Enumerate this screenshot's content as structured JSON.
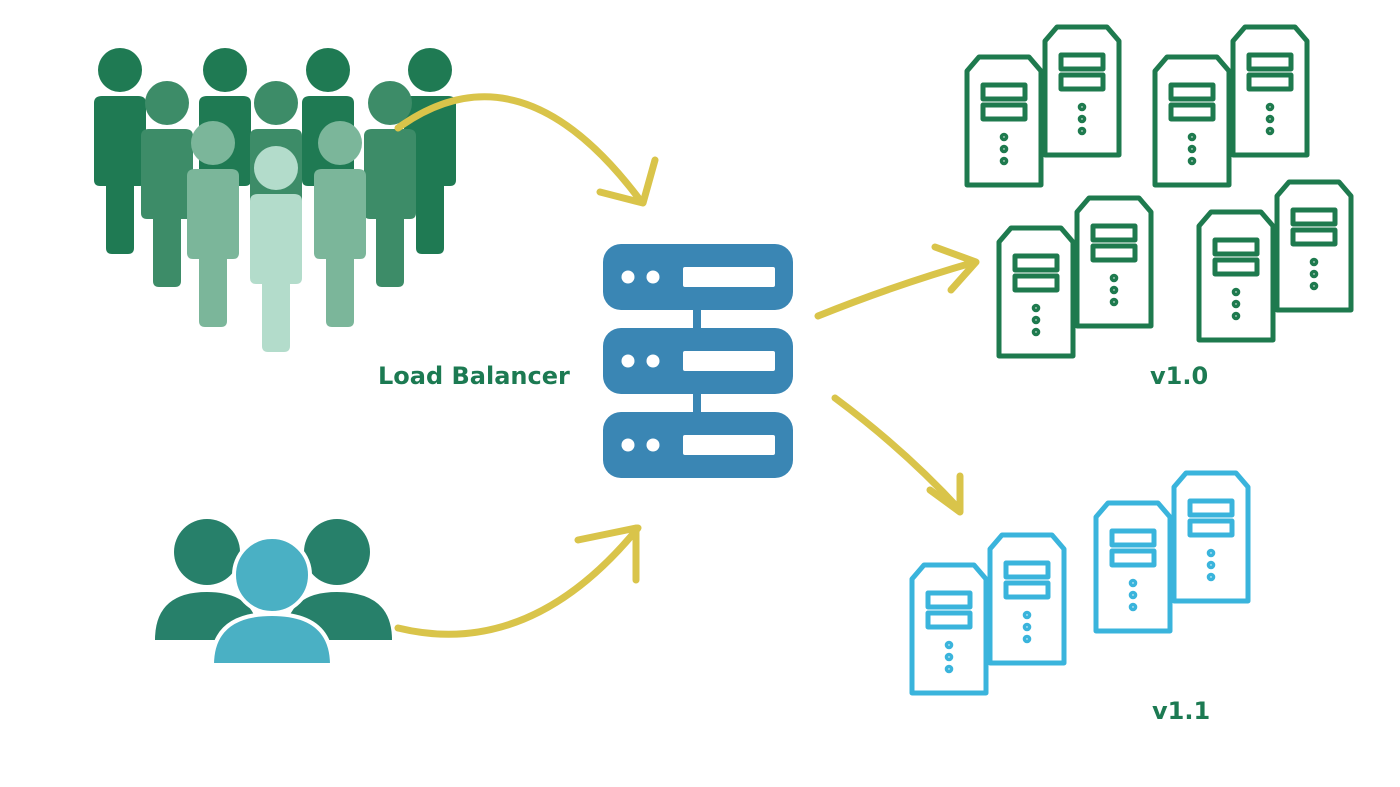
{
  "labels": {
    "load_balancer": "Load Balancer",
    "group_a_version": "v1.0",
    "group_b_version": "v1.1"
  },
  "colors": {
    "background": "#ffffff",
    "text": "#1c7a52",
    "arrow": "#d9c44a",
    "load_balancer": "#3a86b4",
    "server_v10": "#1e7a4e",
    "server_v11": "#3ab4dc",
    "crowd_dark": "#1f7a53",
    "crowd_mid": "#3d8c68",
    "crowd_light": "#7bb69a",
    "crowd_lighter": "#93c6ad",
    "crowd_lightest": "#b3dccb",
    "small_group_dark": "#27806a",
    "small_group_front": "#4ab0c4"
  },
  "icons": {
    "large_user_group": "people-crowd-icon",
    "small_user_group": "people-group-icon",
    "load_balancer": "server-stack-icon",
    "server": "server-tower-icon",
    "flow": "curved-arrow-icon"
  }
}
